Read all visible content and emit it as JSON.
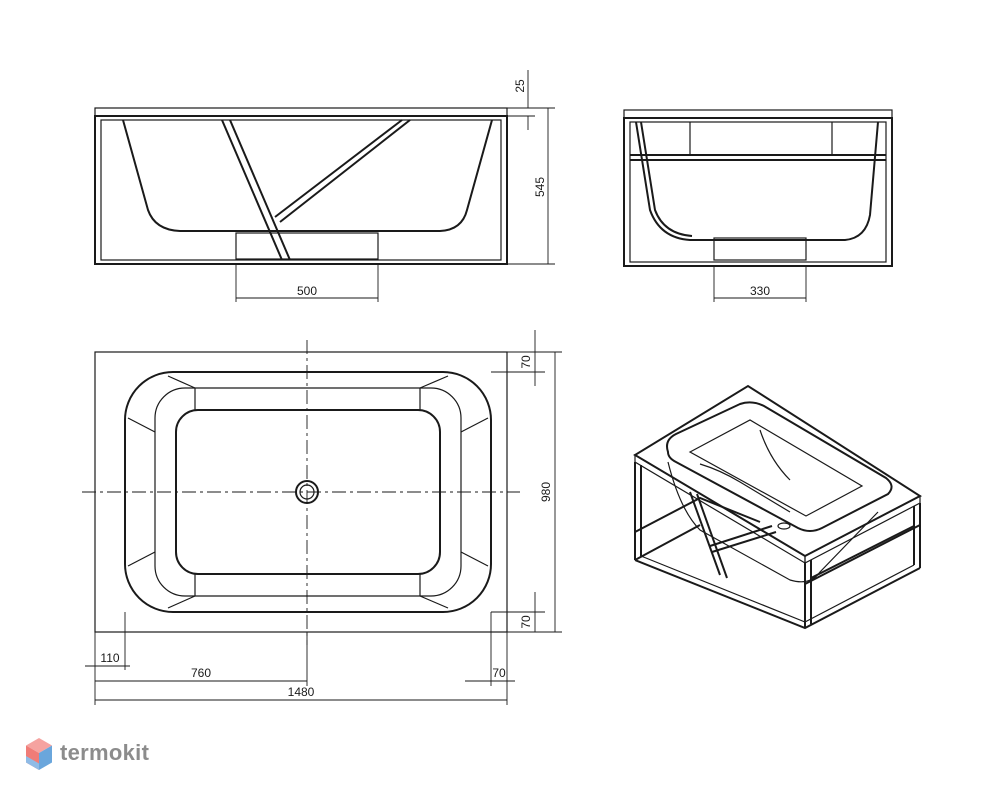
{
  "dimensions": {
    "top_thickness": "25",
    "height": "545",
    "front_drain_width": "500",
    "side_drain_width": "330",
    "top_margin": "70",
    "depth": "980",
    "bottom_margin": "70",
    "left_margin": "110",
    "drain_offset": "760",
    "right_margin": "70",
    "length": "1480"
  },
  "brand": {
    "name": "termokit",
    "accent_colors": [
      "#f28b82",
      "#5b9bd5",
      "#ff5f57"
    ]
  },
  "icons": [
    "termokit-cube-logo-icon"
  ]
}
